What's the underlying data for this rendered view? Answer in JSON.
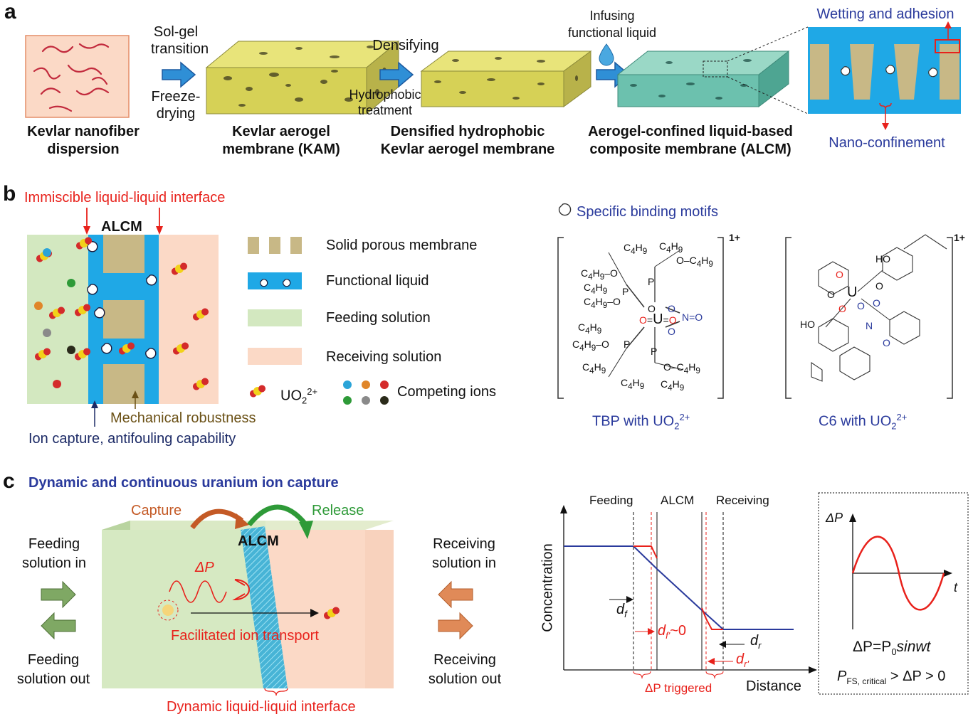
{
  "panels": {
    "a": "a",
    "b": "b",
    "c": "c"
  },
  "panel_a": {
    "step1_label": [
      "Kevlar nanofiber",
      "dispersion"
    ],
    "arrow1_top": [
      "Sol-gel",
      "transition"
    ],
    "arrow1_bottom": [
      "Freeze-",
      "drying"
    ],
    "step2_label": [
      "Kevlar aerogel",
      "membrane (KAM)"
    ],
    "arrow2_top": "Densifying",
    "arrow2_bottom": [
      "Hydrophobic",
      "treatment"
    ],
    "step3_label": [
      "Densified hydrophobic",
      "Kevlar aerogel membrane"
    ],
    "arrow3_top": [
      "Infusing",
      "functional liquid"
    ],
    "step4_label": [
      "Aerogel-confined liquid-based",
      "composite membrane (ALCM)"
    ],
    "zoom_top": "Wetting and adhesion",
    "zoom_bottom": "Nano-confinement"
  },
  "panel_b": {
    "interface_label": "Immiscible liquid-liquid interface",
    "alcm_label": "ALCM",
    "mechanical_label": "Mechanical robustness",
    "ion_capture_label": "Ion capture, antifouling capability",
    "legend": {
      "solid": "Solid porous membrane",
      "functional": "Functional liquid",
      "feeding": "Feeding solution",
      "receiving": "Receiving solution",
      "uo2_base": "UO",
      "uo2_sub": "2",
      "uo2_sup": "2+",
      "competing": "Competing ions"
    },
    "motifs_label": "Specific binding motifs",
    "charge1": "1+",
    "charge2": "1+",
    "tbp_caption_base": "TBP with UO",
    "c6_caption_base": "C6 with UO",
    "caption_sub": "2",
    "caption_sup": "2+"
  },
  "panel_c": {
    "title": "Dynamic and continuous uranium ion capture",
    "capture": "Capture",
    "release": "Release",
    "alcm": "ALCM",
    "feed_in": [
      "Feeding",
      "solution in"
    ],
    "feed_out": [
      "Feeding",
      "solution out"
    ],
    "recv_in": [
      "Receiving",
      "solution in"
    ],
    "recv_out": [
      "Receiving",
      "solution out"
    ],
    "delta_p": "ΔP",
    "facilitated": "Facilitated ion transport",
    "dynamic_interface": "Dynamic liquid-liquid interface",
    "graph": {
      "zone_feeding": "Feeding",
      "zone_alcm": "ALCM",
      "zone_receiving": "Receiving",
      "ylabel": "Concentration",
      "xlabel": "Distance",
      "df": "d",
      "df_sub": "f",
      "df0": "d",
      "df0_sub": "f'",
      "df0_tail": "~0",
      "dr": "d",
      "dr_sub": "r",
      "dr2": "d",
      "dr2_sub": "r'",
      "triggered": "ΔP triggered"
    },
    "sine": {
      "ylabel": "ΔP",
      "xlabel": "t",
      "equation": "ΔP=P",
      "eq_sub": "0",
      "eq_tail": "sinwt",
      "critical_base": "P",
      "critical_sub": "FS, critical",
      "critical_tail": " > ΔP > 0"
    }
  },
  "colors": {
    "accent_red": "#e8211b",
    "accent_blue": "#2a3a9c",
    "functional_liquid": "#1fa8e6",
    "feeding": "#d3e8c0",
    "receiving": "#fbd9c6",
    "membrane_block": "#c8b886"
  }
}
